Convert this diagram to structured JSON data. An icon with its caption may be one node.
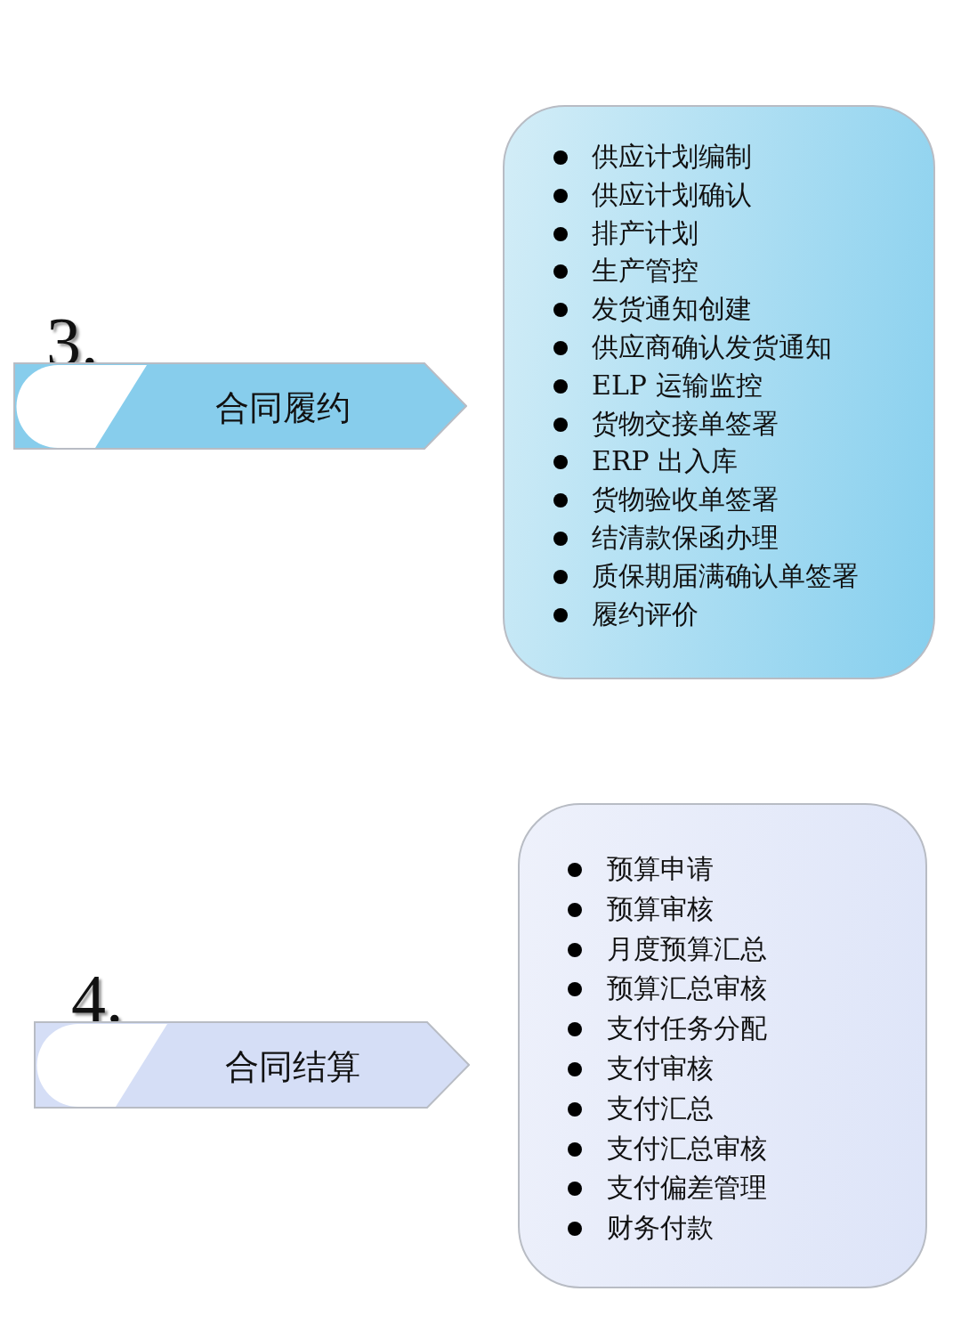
{
  "diagram": {
    "nodes": [
      {
        "text": [
          "合同履约"
        ],
        "beside": [
          "3."
        ]
      },
      {
        "text": [
          "供应计划编制",
          "供应计划确认",
          "排产计划",
          "生产管控",
          "发货通知创建",
          "供应商确认发货通知",
          "ELP 运输监控",
          "货物交接单签署",
          "ERP 出入库",
          "货物验收单签署",
          "结清款保函办理",
          "质保期届满确认单签署",
          "履约评价"
        ]
      },
      {
        "text": [
          "合同结算"
        ],
        "beside": [
          "4."
        ]
      },
      {
        "text": [
          "预算申请",
          "预算审核",
          "月度预算汇总",
          "预算汇总审核",
          "支付任务分配",
          "支付审核",
          "支付汇总",
          "支付汇总审核",
          "支付偏差管理",
          "财务付款"
        ]
      }
    ],
    "edges": []
  }
}
